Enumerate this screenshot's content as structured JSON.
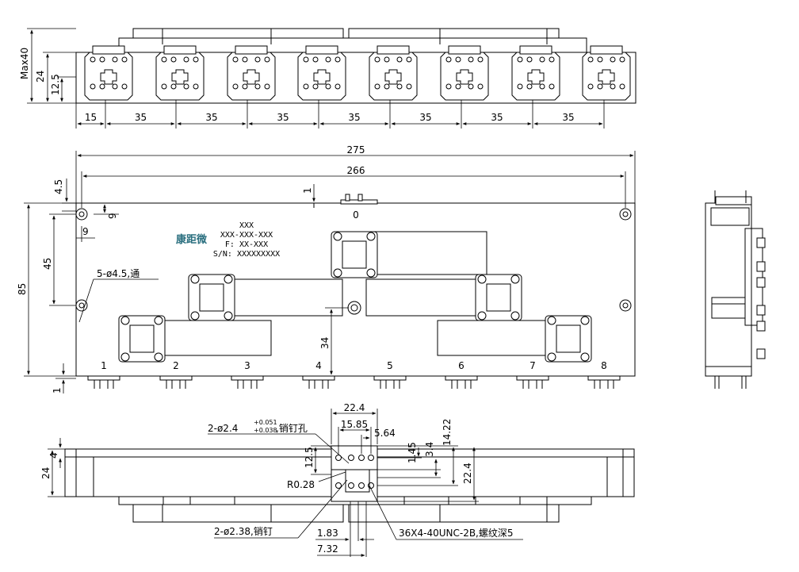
{
  "colors": {
    "line": "#000000",
    "logo": "#2a6f7f",
    "background": "#ffffff"
  },
  "top_view": {
    "height_labels": [
      "Max40",
      "24",
      "12.5"
    ],
    "bottom_dims": [
      "15",
      "35",
      "35",
      "35",
      "35",
      "35",
      "35",
      "35"
    ]
  },
  "front_view": {
    "overall_width": "275",
    "hole_span": "266",
    "top_offset": "4.5",
    "edge_offset": "1",
    "hole_y": "9",
    "hole_x": "9",
    "hole_vertical_spacing": "45",
    "height": "85",
    "center_height": "34",
    "bottom_offset": "1",
    "hole_callout": "5-ø4.5,通",
    "label_block": [
      "XXX",
      "XXX-XXX-XXX",
      "F: XX-XXX",
      "S/N: XXXXXXXXX"
    ],
    "logo_text": "康距微",
    "port_common": "0",
    "port_numbers": [
      "1",
      "2",
      "3",
      "4",
      "5",
      "6",
      "7",
      "8"
    ]
  },
  "bottom_view": {
    "height": "24",
    "step": "4",
    "dim_22_4": "22.4",
    "dim_15_85": "15.85",
    "dim_5_64": "5.64",
    "dim_1_45": "1.45",
    "dim_3_4": "3.4",
    "dim_14_22": "14.22",
    "dim_22_4_v": "22.4",
    "dim_12_5": "12.5",
    "dim_r": "R0.28",
    "dim_1_83": "1.83",
    "dim_7_32": "7.32",
    "pin_hole_note_prefix": "2-ø2.4",
    "pin_hole_tol_upper": "+0.051",
    "pin_hole_tol_lower": "+0.038",
    "pin_hole_note_suffix": ",销钉孔",
    "pin_note": "2-ø2.38,销钉",
    "thread_note": "36X4-40UNC-2B,螺纹深5"
  }
}
